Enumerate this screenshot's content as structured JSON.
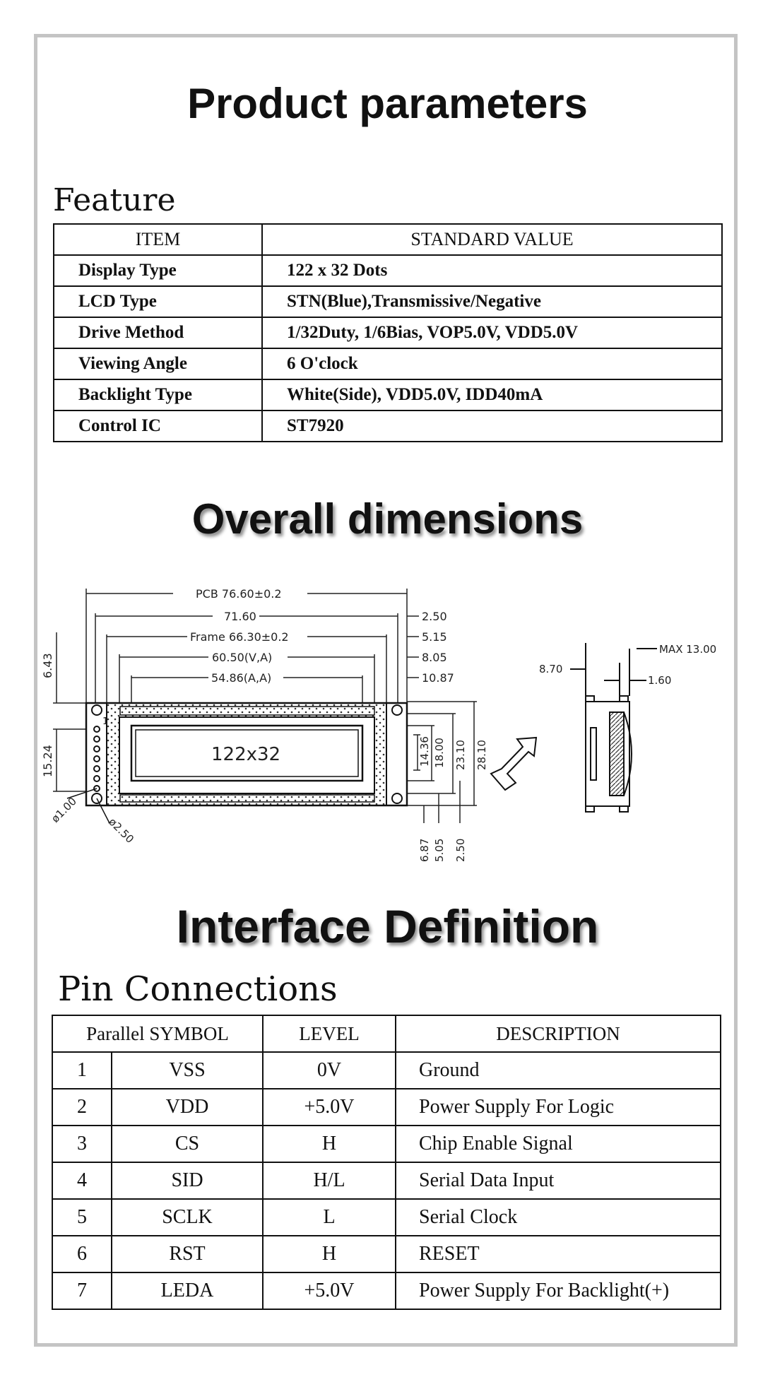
{
  "title": "Product parameters",
  "feature": {
    "heading": "Feature",
    "columns": [
      "ITEM",
      "STANDARD VALUE"
    ],
    "rows": [
      {
        "item": "Display Type",
        "value": "122 x 32 Dots"
      },
      {
        "item": "LCD Type",
        "value": "STN(Blue),Transmissive/Negative"
      },
      {
        "item": "Drive Method",
        "value": "1/32Duty, 1/6Bias, VOP5.0V, VDD5.0V"
      },
      {
        "item": "Viewing Angle",
        "value": "6 O'clock"
      },
      {
        "item": "Backlight Type",
        "value": "White(Side), VDD5.0V, IDD40mA"
      },
      {
        "item": "Control IC",
        "value": "ST7920"
      }
    ]
  },
  "dimensions": {
    "heading": "Overall dimensions",
    "labels": {
      "pcb": "PCB 76.60±0.2",
      "w716": "71.60",
      "frame": "Frame 66.30±0.2",
      "va": "60.50(V,A)",
      "aa": "54.86(A,A)",
      "r250": "2.50",
      "r515": "5.15",
      "r805": "8.05",
      "r1087": "10.87",
      "left643": "6.43",
      "left1524": "15.24",
      "hole100": "ø1.00",
      "hole250": "ø2.50",
      "v1436": "14.36",
      "v1800": "18.00",
      "v2310": "23.10",
      "v2810": "28.10",
      "b687": "6.87",
      "b505": "5.05",
      "b250": "2.50",
      "lcd_text": "122x32",
      "pin1": "1",
      "side870": "8.70",
      "max13": "MAX 13.00",
      "side160": "1.60"
    }
  },
  "interface": {
    "heading": "Interface Definition",
    "pins_heading": "Pin Connections",
    "columns": [
      "Parallel SYMBOL",
      "LEVEL",
      "DESCRIPTION"
    ],
    "rows": [
      {
        "num": "1",
        "symbol": "VSS",
        "level": "0V",
        "desc": "Ground"
      },
      {
        "num": "2",
        "symbol": "VDD",
        "level": "+5.0V",
        "desc": "Power Supply For Logic"
      },
      {
        "num": "3",
        "symbol": "CS",
        "level": "H",
        "desc": "Chip Enable Signal"
      },
      {
        "num": "4",
        "symbol": "SID",
        "level": "H/L",
        "desc": "Serial Data Input"
      },
      {
        "num": "5",
        "symbol": "SCLK",
        "level": "L",
        "desc": "Serial Clock"
      },
      {
        "num": "6",
        "symbol": "RST",
        "level": "H",
        "desc": "RESET"
      },
      {
        "num": "7",
        "symbol": "LEDA",
        "level": "+5.0V",
        "desc": "Power Supply For Backlight(+)"
      }
    ]
  }
}
